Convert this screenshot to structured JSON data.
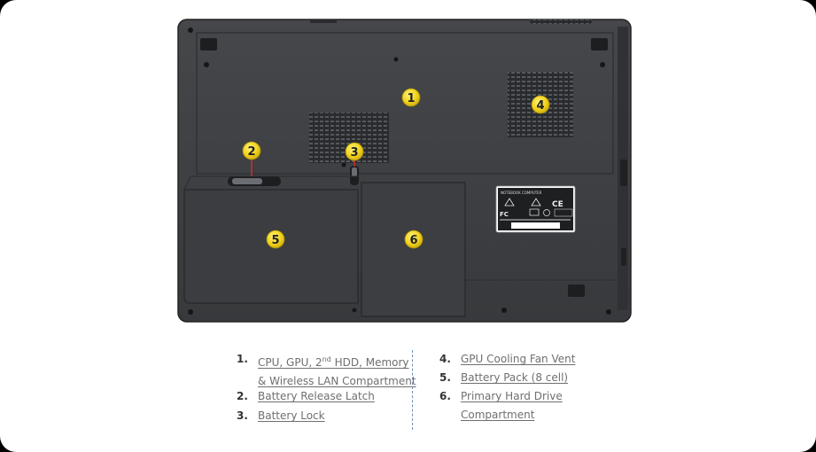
{
  "callouts": [
    {
      "num": "1"
    },
    {
      "num": "2"
    },
    {
      "num": "3"
    },
    {
      "num": "4"
    },
    {
      "num": "5"
    },
    {
      "num": "6"
    }
  ],
  "label_plate": {
    "header": "NOTEBOOK COMPUTER",
    "marks": [
      "CE",
      "FC"
    ]
  },
  "legend": {
    "left": [
      {
        "num": "1.",
        "lines": [
          "CPU, GPU, 2nd HDD, Memory",
          "& Wireless LAN Compartment"
        ]
      },
      {
        "num": "2.",
        "lines": [
          "Battery Release Latch"
        ]
      },
      {
        "num": "3.",
        "lines": [
          "Battery Lock"
        ]
      }
    ],
    "right": [
      {
        "num": "4.",
        "lines": [
          "GPU Cooling Fan Vent"
        ]
      },
      {
        "num": "5.",
        "lines": [
          "Battery Pack (8 cell)"
        ]
      },
      {
        "num": "6.",
        "lines": [
          "Primary Hard Drive",
          "Compartment"
        ]
      }
    ]
  },
  "colors": {
    "chassis": "#3d3f43",
    "callout_fill": "#f2d21b",
    "link": "#6f6f6f",
    "divider": "#6d8fb8"
  }
}
